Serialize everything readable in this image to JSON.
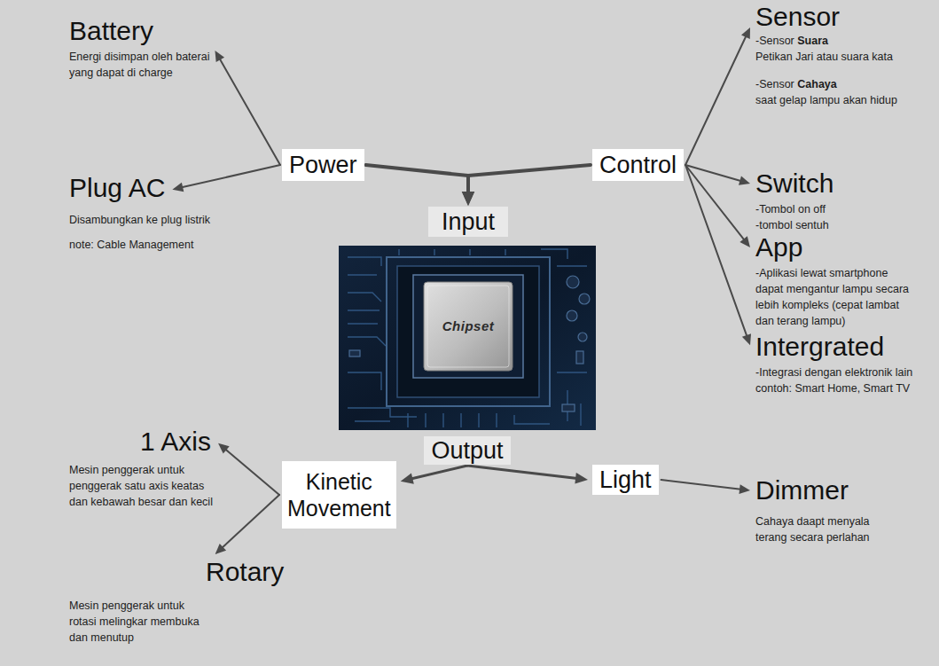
{
  "diagram": {
    "nodes": [
      {
        "text": [
          "Battery",
          "Energi disimpan oleh baterai yang dapat di charge"
        ]
      },
      {
        "text": [
          "Sensor",
          "-Sensor",
          "Suara",
          "Petikan Jari atau suara kata",
          "-Sensor",
          "Cahaya",
          "saat gelap lampu akan hidup"
        ]
      },
      {
        "text": [
          "Power"
        ]
      },
      {
        "text": [
          "Control"
        ]
      },
      {
        "text": [
          "Plug AC",
          "Disambungkan ke plug listrik",
          "note: Cable Management"
        ]
      },
      {
        "text": [
          "Switch",
          "-Tombol on off",
          "-tombol sentuh"
        ]
      },
      {
        "text": [
          "Input"
        ]
      },
      {
        "text": [
          "App",
          "-Aplikasi lewat smartphone dapat mengantur lampu secara lebih kompleks (cepat lambat dan terang lampu)"
        ]
      },
      {
        "text": [
          "Intergrated",
          "-Integrasi dengan elektronik lain",
          "contoh: Smart Home, Smart TV"
        ]
      },
      {
        "text": [
          "1 Axis",
          "Mesin penggerak untuk penggerak satu axis keatas dan kebawah besar dan kecil"
        ]
      },
      {
        "text": [
          "Output"
        ]
      },
      {
        "text": [
          "Kinetic Movement"
        ]
      },
      {
        "text": [
          "Light"
        ]
      },
      {
        "text": [
          "Dimmer",
          "Cahaya daapt menyala terang secara perlahan"
        ]
      },
      {
        "text": [
          "Rotary",
          "Mesin penggerak untuk rotasi melingkar membuka dan menutup"
        ]
      }
    ],
    "edges": [
      {
        "from": 2,
        "to": 0,
        "arrow": "to"
      },
      {
        "from": 2,
        "to": 4,
        "arrow": "to"
      },
      {
        "from": 2,
        "to": 6,
        "arrow": "to"
      },
      {
        "from": 3,
        "to": 6,
        "arrow": "to"
      },
      {
        "from": 3,
        "to": 1,
        "arrow": "to"
      },
      {
        "from": 3,
        "to": 5,
        "arrow": "to"
      },
      {
        "from": 3,
        "to": 7,
        "arrow": "to"
      },
      {
        "from": 3,
        "to": 8,
        "arrow": "to"
      },
      {
        "from": 10,
        "to": 11,
        "arrow": "to"
      },
      {
        "from": 10,
        "to": 12,
        "arrow": "to"
      },
      {
        "from": 11,
        "to": 9,
        "arrow": "to"
      },
      {
        "from": 11,
        "to": 14,
        "arrow": "to"
      },
      {
        "from": 12,
        "to": 13,
        "arrow": "to"
      }
    ],
    "labels": [
      "Chipset"
    ]
  }
}
